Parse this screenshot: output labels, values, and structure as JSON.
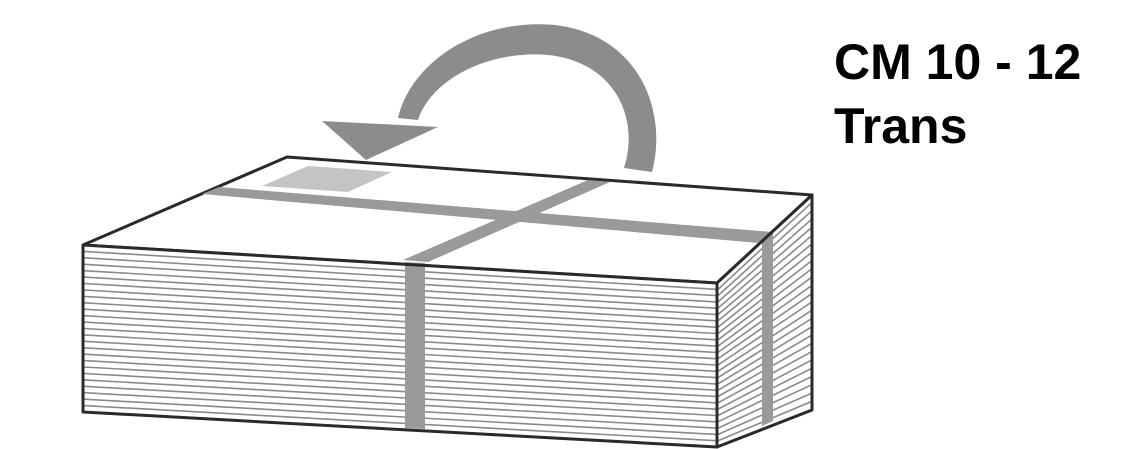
{
  "label": {
    "line1": "CM 10 - 12",
    "line2": "Trans"
  },
  "colors": {
    "outline": "#2a2a2a",
    "band": "#9a9a9a",
    "arrow": "#8c8c8c",
    "sheet_lines": "#8a8a8a",
    "top_face": "#ffffff",
    "mailing_label": "#c4c4c4"
  },
  "illustration": {
    "subject": "bundle-of-sheets-icon",
    "arrow": "rotate-arrow-icon",
    "band": "strap-band",
    "label_patch": "mailing-label-patch"
  }
}
